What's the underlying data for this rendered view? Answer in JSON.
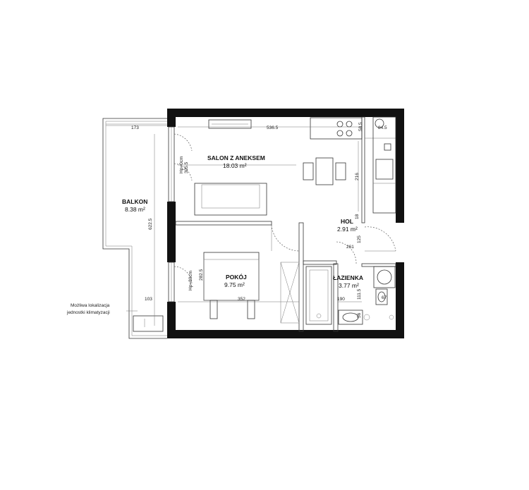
{
  "rooms": {
    "salon": {
      "name": "SALON Z ANEKSEM",
      "area": "18.03 m²"
    },
    "balkon": {
      "name": "BALKON",
      "area": "8.38 m²"
    },
    "hol": {
      "name": "HOL",
      "area": "2.91 m²"
    },
    "pokoj": {
      "name": "POKÓJ",
      "area": "9.75 m²"
    },
    "lazienka": {
      "name": "ŁAZIENKA",
      "area": "3.77 m²"
    }
  },
  "dimensions": {
    "balcony_top": "173",
    "salon_top": "536.5",
    "kitchen_depth": "58.5",
    "corner_depth": "84.5",
    "window_height_salon": "305.5",
    "salon_side": "216",
    "hol_height": "18",
    "hol_width": "261",
    "hol_depth": "125",
    "balcony_length": "622.5",
    "window_height_pokoj": "282.5",
    "pokoj_width": "352",
    "balcony_bottom": "103",
    "bath_width": "190",
    "bath_side": "111.5",
    "bath_small": "56",
    "bath_corner": "67"
  },
  "labels": {
    "window_salon": "Hp=0cm",
    "window_pokoj": "Hp=80cm"
  },
  "note": {
    "line1": "Możliwa lokalizacja",
    "line2": "jednostki klimatyzacji"
  }
}
